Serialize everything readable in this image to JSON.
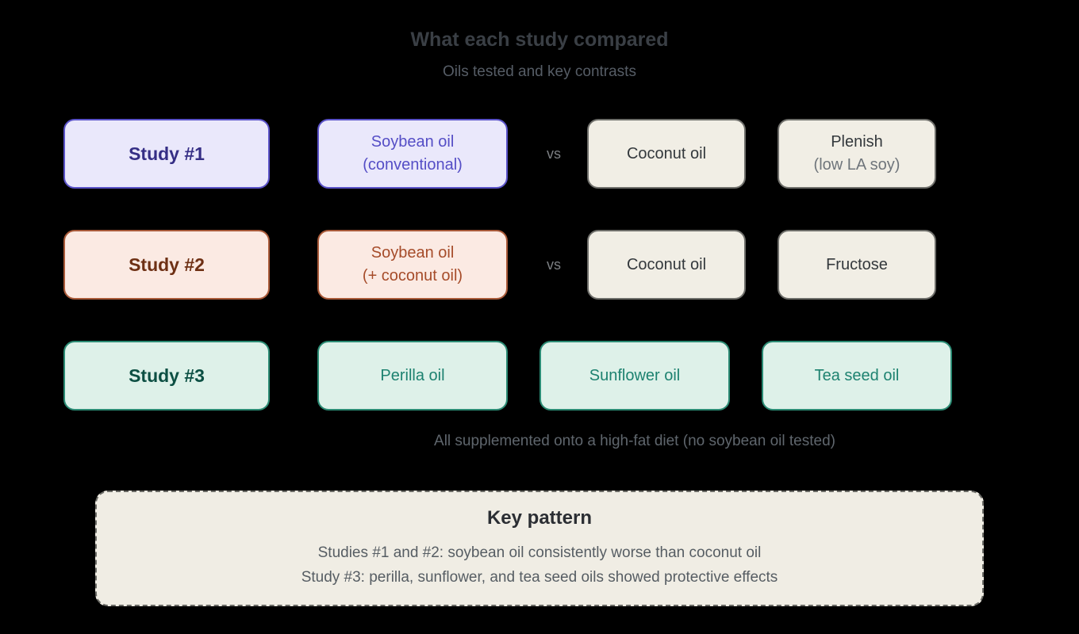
{
  "header": {
    "title": "What each study compared",
    "subtitle": "Oils tested and key contrasts"
  },
  "row1": {
    "study_label": "Study #1",
    "oil_line1": "Soybean oil",
    "oil_line2": "(conventional)",
    "vs_label": "vs",
    "comparator1": "Coconut oil",
    "comparator2_line1": "Plenish",
    "comparator2_line2": "(low LA soy)"
  },
  "row2": {
    "study_label": "Study #2",
    "oil_line1": "Soybean oil",
    "oil_line2": "(+ coconut oil)",
    "vs_label": "vs",
    "comparator1": "Coconut oil",
    "comparator2": "Fructose"
  },
  "row3": {
    "study_label": "Study #3",
    "oil1": "Perilla oil",
    "oil2": "Sunflower oil",
    "oil3": "Tea seed oil"
  },
  "footnote": "All supplemented onto a high-fat diet (no soybean oil tested)",
  "key_pattern": {
    "heading": "Key pattern",
    "line1": "Studies #1 and #2: soybean oil consistently worse than coconut oil",
    "line2": "Study #3: perilla, sunflower, and tea seed oils showed protective effects"
  },
  "colors": {
    "background": "#000000",
    "purple_fill": "#eae8fb",
    "purple_border": "#5a52c8",
    "purple_text_dark": "#352e85",
    "purple_text": "#554ec6",
    "red_fill": "#fbeae3",
    "red_border": "#a95a39",
    "red_text_dark": "#6e3014",
    "red_text": "#a64c2a",
    "green_fill": "#def1e9",
    "green_border": "#2b8b74",
    "green_text_dark": "#0c4f43",
    "green_text": "#1d8270",
    "neutral_fill": "#f1eee5",
    "neutral_border": "#6e6e6a",
    "neutral_text": "#33383c",
    "neutral_text_muted": "#6f757b",
    "title_text": "#3a3f45",
    "subtitle_text": "#565d66",
    "vs_text": "#7c7f83"
  }
}
